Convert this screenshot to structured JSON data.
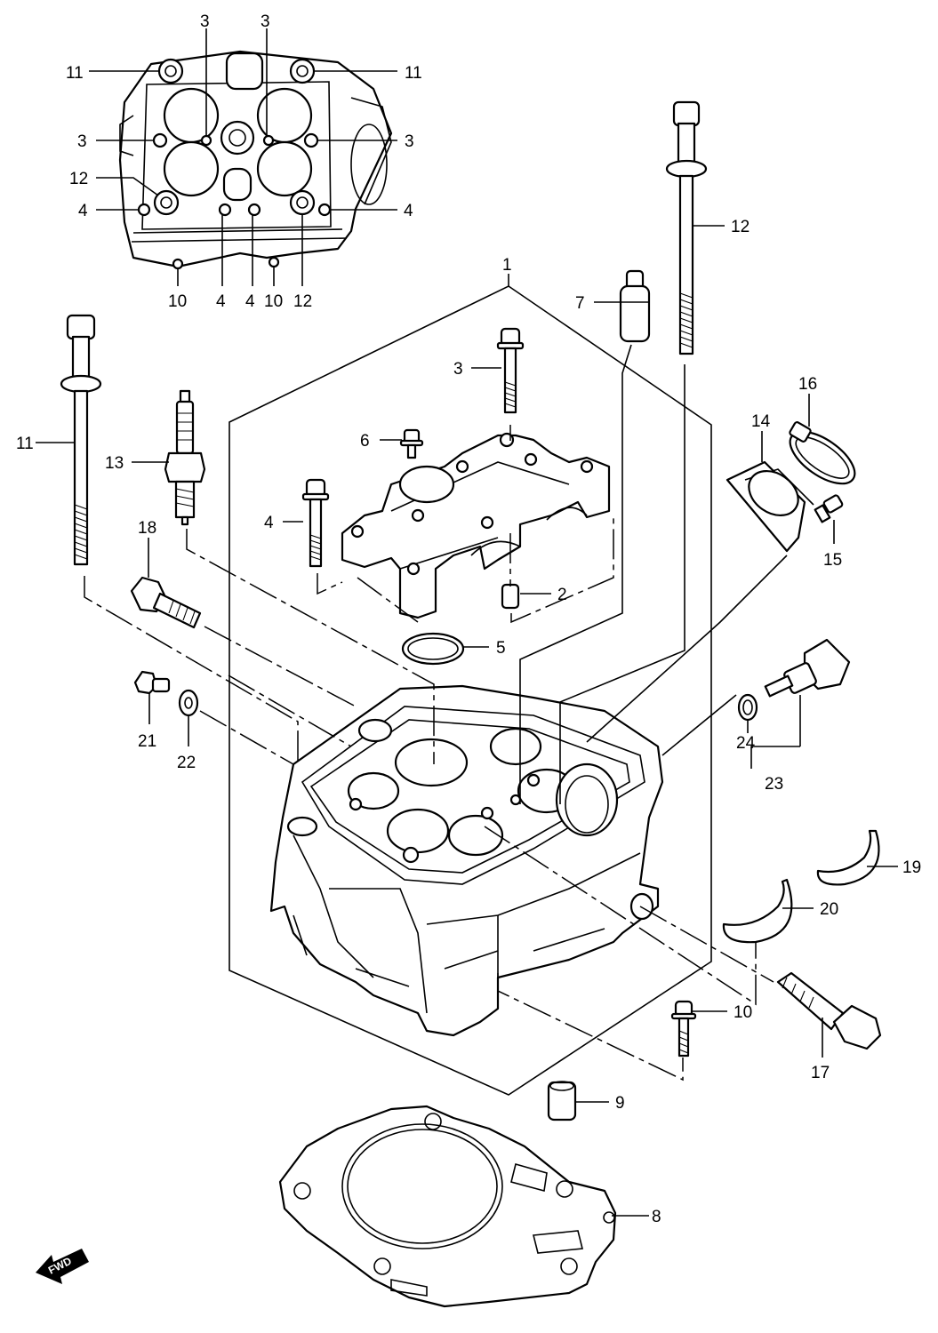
{
  "diagram": {
    "callouts": [
      "1",
      "2",
      "3",
      "4",
      "5",
      "6",
      "7",
      "8",
      "9",
      "10",
      "11",
      "12",
      "13",
      "14",
      "15",
      "16",
      "17",
      "18",
      "19",
      "20",
      "21",
      "22",
      "23",
      "24"
    ],
    "direction_badge": "FWD"
  }
}
